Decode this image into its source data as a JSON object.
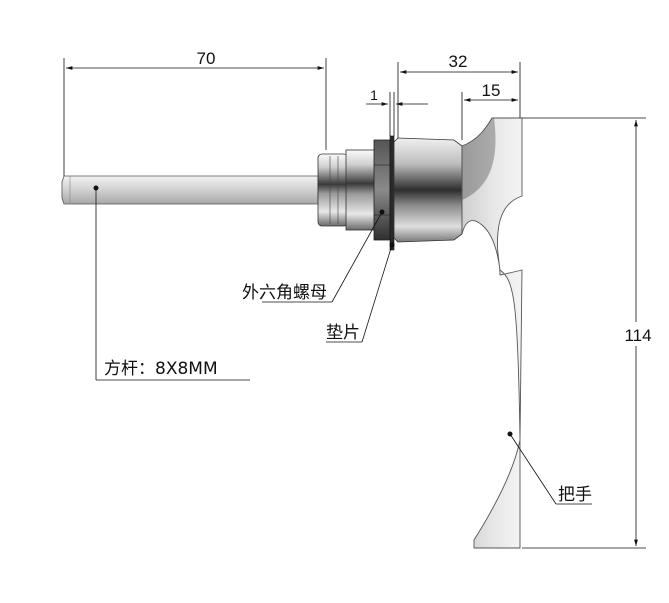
{
  "dimensions": {
    "shaft_length": "70",
    "body_length": "32",
    "handle_offset": "15",
    "washer_thickness": "1",
    "handle_height": "114"
  },
  "callouts": {
    "hex_nut": "外六角螺母",
    "washer": "垫片",
    "square_shaft": "方杆：8X8MM",
    "handle": "把手"
  }
}
